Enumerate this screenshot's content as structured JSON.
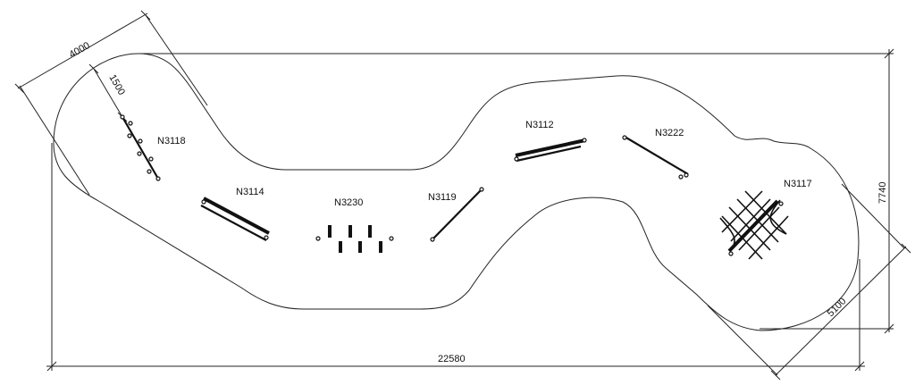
{
  "labels": {
    "n3118": "N3118",
    "n3114": "N3114",
    "n3230": "N3230",
    "n3119": "N3119",
    "n3112": "N3112",
    "n3222": "N3222",
    "n3117": "N3117"
  },
  "dimensions": {
    "total_length": "22580",
    "total_width": "7740",
    "left_width": "4000",
    "offset": "1500",
    "right_width": "5100"
  }
}
